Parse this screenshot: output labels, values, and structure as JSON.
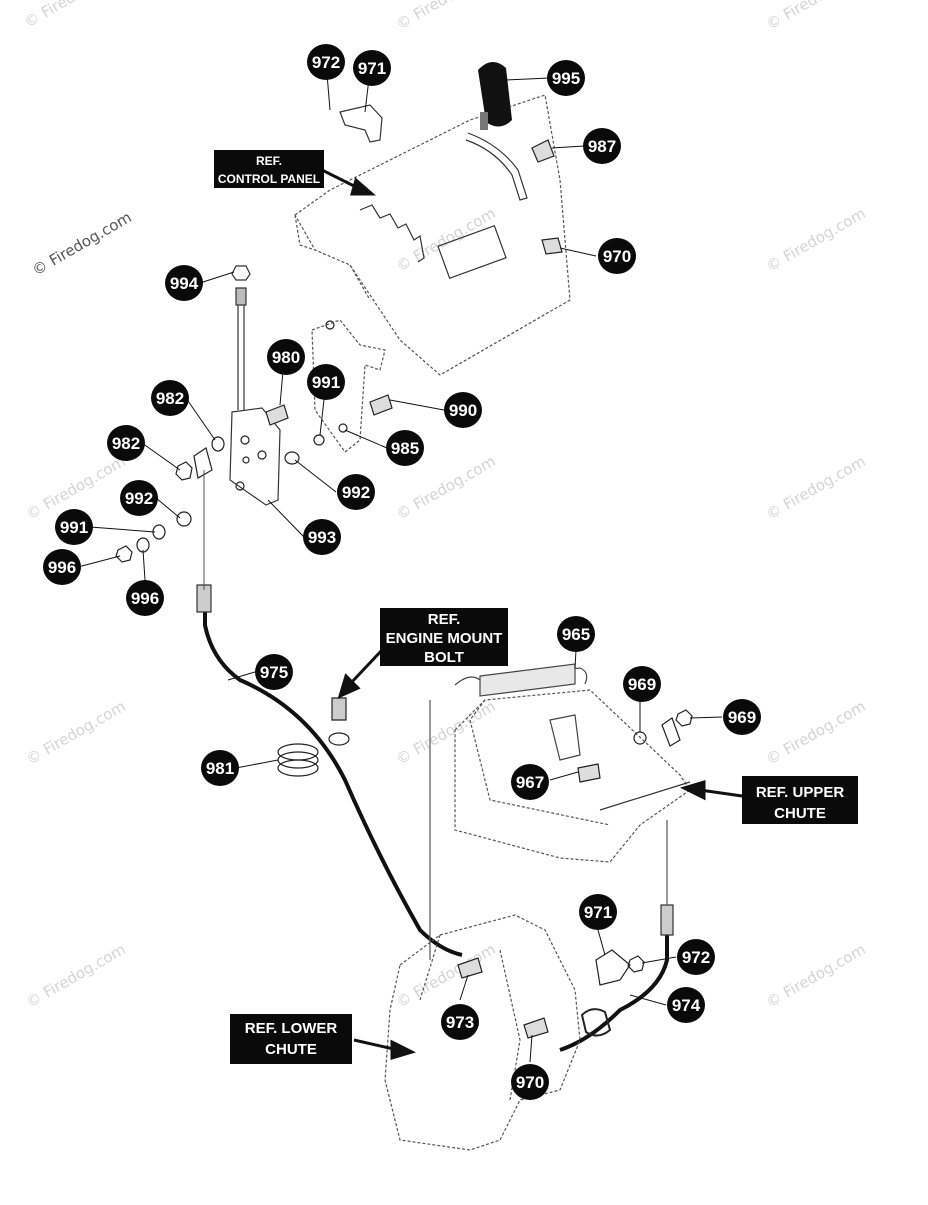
{
  "watermark": "© Firedog.com",
  "parts": [
    {
      "id": "972"
    },
    {
      "id": "971"
    },
    {
      "id": "995"
    },
    {
      "id": "987"
    },
    {
      "id": "970"
    },
    {
      "id": "994"
    },
    {
      "id": "980"
    },
    {
      "id": "991"
    },
    {
      "id": "990"
    },
    {
      "id": "982"
    },
    {
      "id": "985"
    },
    {
      "id": "982"
    },
    {
      "id": "992"
    },
    {
      "id": "992"
    },
    {
      "id": "991"
    },
    {
      "id": "993"
    },
    {
      "id": "996"
    },
    {
      "id": "996"
    },
    {
      "id": "975"
    },
    {
      "id": "965"
    },
    {
      "id": "969"
    },
    {
      "id": "969"
    },
    {
      "id": "981"
    },
    {
      "id": "967"
    },
    {
      "id": "971"
    },
    {
      "id": "972"
    },
    {
      "id": "974"
    },
    {
      "id": "973"
    },
    {
      "id": "970"
    }
  ],
  "refs": [
    {
      "lines": [
        "REF.",
        "CONTROL PANEL"
      ]
    },
    {
      "lines": [
        "REF.",
        "ENGINE MOUNT",
        "BOLT"
      ]
    },
    {
      "lines": [
        "REF. UPPER",
        "CHUTE"
      ]
    },
    {
      "lines": [
        "REF. LOWER",
        "CHUTE"
      ]
    }
  ]
}
